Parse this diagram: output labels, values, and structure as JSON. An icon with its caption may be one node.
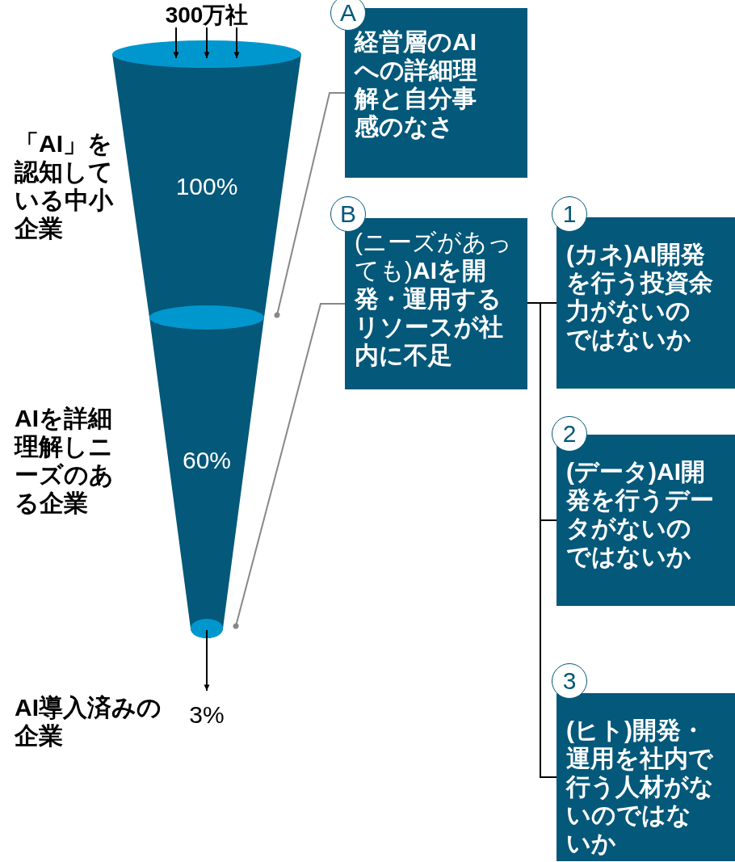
{
  "diagram": {
    "nodes": [
      {
        "text": [
          "300万社"
        ]
      },
      {
        "text": [
          "100%"
        ],
        "beside": [
          "「AI」を認知している中小企業"
        ]
      },
      {
        "text": [
          "60%"
        ],
        "beside": [
          "AIを詳細理解しニーズのある企業"
        ]
      },
      {
        "text": [
          "3%"
        ],
        "beside": [
          "AI導入済みの企業"
        ]
      },
      {
        "text": [
          "A",
          "経営層のAIへの詳細理解と自分事感のなさ"
        ]
      },
      {
        "text": [
          "B",
          "(ニーズがあっても)**AIを開発・運用するリソースが社内に不足**"
        ]
      },
      {
        "text": [
          "1",
          "(カネ)AI開発を行う投資余力がないのではないか"
        ]
      },
      {
        "text": [
          "2",
          "(データ)AI開発を行うデータがないのではないか"
        ]
      },
      {
        "text": [
          "3",
          "(ヒト)開発・運用を社内で行う人材がないのではないか"
        ]
      }
    ],
    "edges": [
      {
        "from": 0,
        "to": 1,
        "arrow": "to"
      },
      {
        "from": 0,
        "to": 1,
        "arrow": "to"
      },
      {
        "from": 0,
        "to": 1,
        "arrow": "to"
      },
      {
        "from": 2,
        "to": 3,
        "arrow": "to"
      },
      {
        "from": 4,
        "to": 1,
        "arrow": "other",
        "color": "#888888"
      },
      {
        "from": 5,
        "to": 2,
        "arrow": "other",
        "color": "#888888"
      },
      {
        "from": 5,
        "to": 6,
        "arrow": "none"
      },
      {
        "from": 5,
        "to": 7,
        "arrow": "none"
      },
      {
        "from": 5,
        "to": 8,
        "arrow": "none"
      }
    ]
  }
}
